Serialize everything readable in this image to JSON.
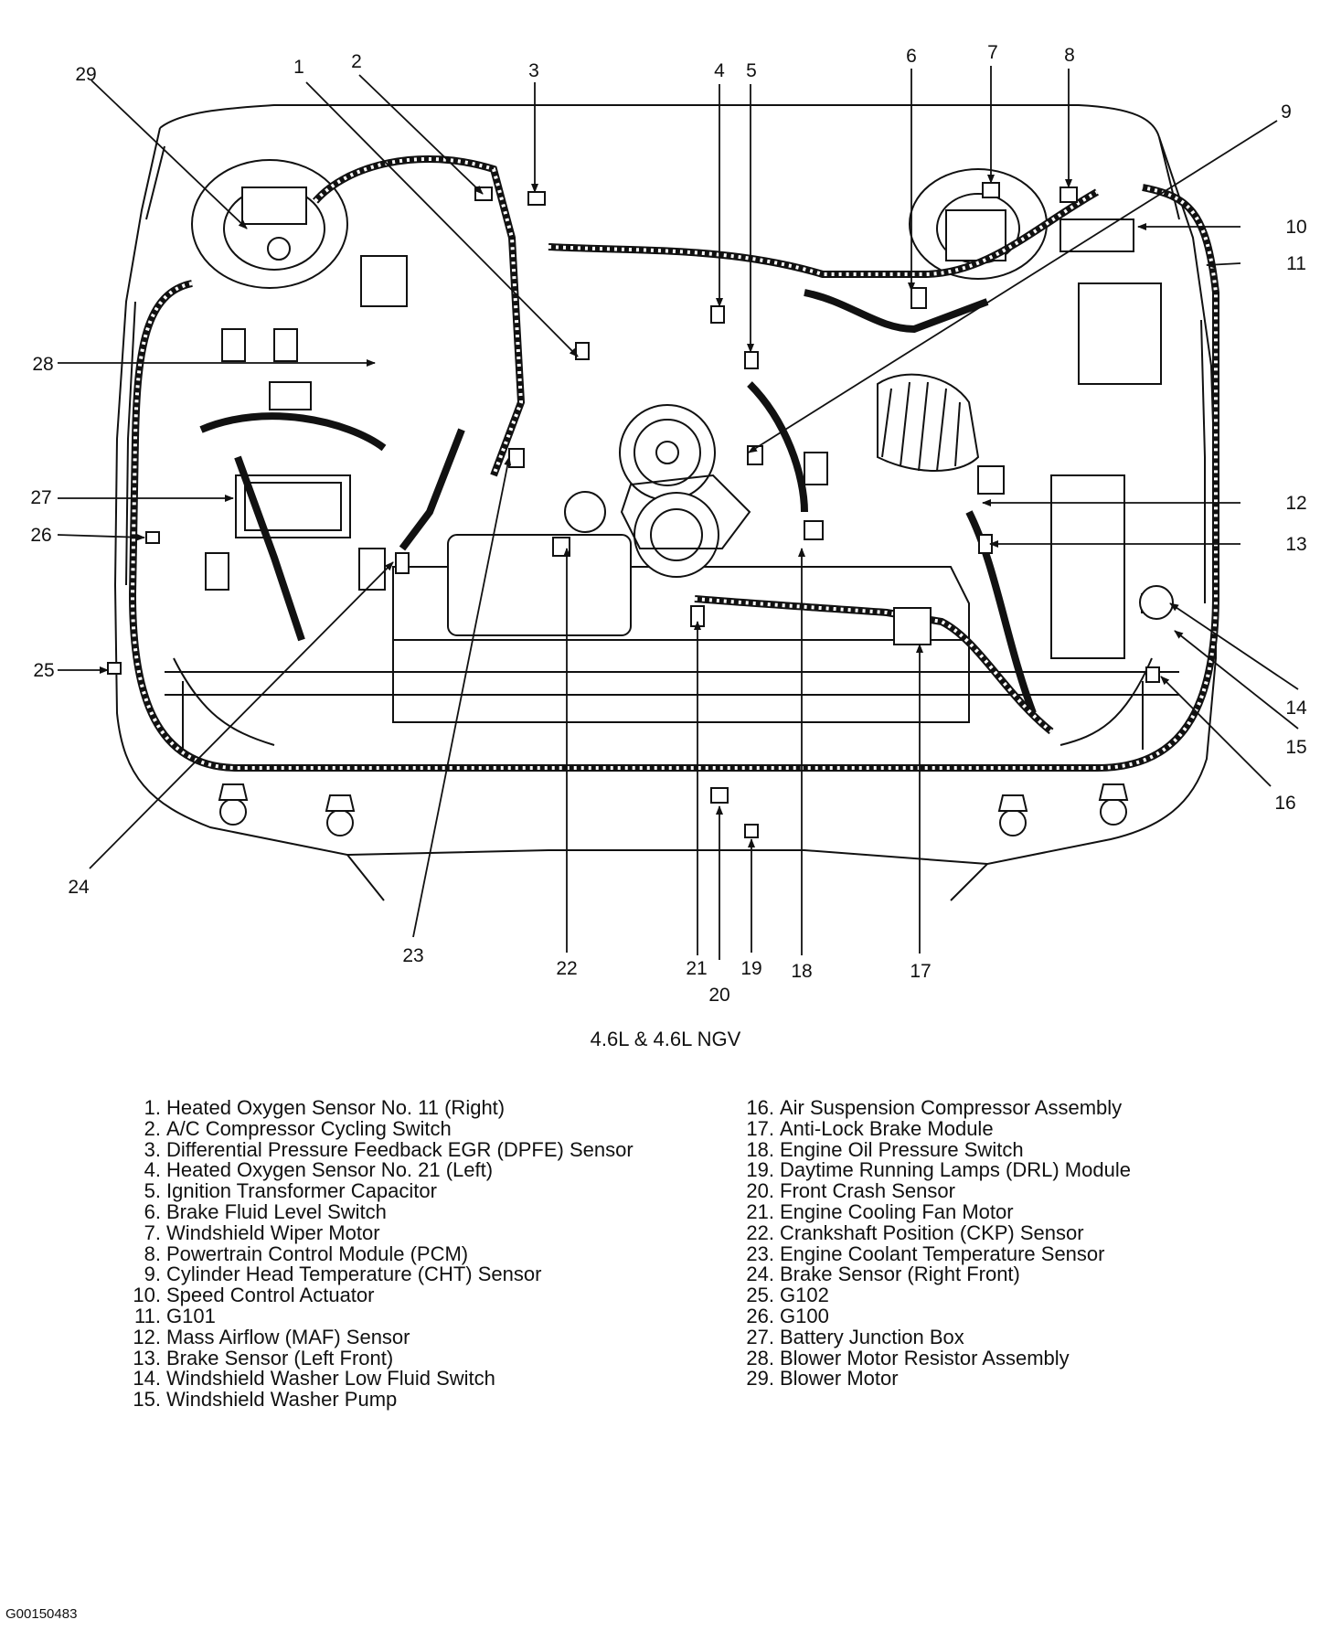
{
  "callouts": [
    {
      "number": "1"
    },
    {
      "number": "2"
    },
    {
      "number": "3"
    },
    {
      "number": "4"
    },
    {
      "number": "5"
    },
    {
      "number": "6"
    },
    {
      "number": "7"
    },
    {
      "number": "8"
    },
    {
      "number": "9"
    },
    {
      "number": "10"
    },
    {
      "number": "11"
    },
    {
      "number": "12"
    },
    {
      "number": "13"
    },
    {
      "number": "14"
    },
    {
      "number": "15"
    },
    {
      "number": "16"
    },
    {
      "number": "17"
    },
    {
      "number": "18"
    },
    {
      "number": "19"
    },
    {
      "number": "20"
    },
    {
      "number": "21"
    },
    {
      "number": "22"
    },
    {
      "number": "23"
    },
    {
      "number": "24"
    },
    {
      "number": "25"
    },
    {
      "number": "26"
    },
    {
      "number": "27"
    },
    {
      "number": "28"
    },
    {
      "number": "29"
    }
  ],
  "caption": "4.6L & 4.6L NGV",
  "legend": {
    "left": [
      {
        "number": "1.",
        "label": "Heated Oxygen Sensor No. 11 (Right)"
      },
      {
        "number": "2.",
        "label": "A/C Compressor Cycling Switch"
      },
      {
        "number": "3.",
        "label": "Differential Pressure Feedback EGR (DPFE) Sensor"
      },
      {
        "number": "4.",
        "label": "Heated Oxygen Sensor No. 21 (Left)"
      },
      {
        "number": "5.",
        "label": "Ignition Transformer Capacitor"
      },
      {
        "number": "6.",
        "label": "Brake Fluid Level Switch"
      },
      {
        "number": "7.",
        "label": "Windshield Wiper Motor"
      },
      {
        "number": "8.",
        "label": "Powertrain Control Module (PCM)"
      },
      {
        "number": "9.",
        "label": "Cylinder Head Temperature (CHT) Sensor"
      },
      {
        "number": "10.",
        "label": "Speed Control Actuator"
      },
      {
        "number": "11.",
        "label": "G101"
      },
      {
        "number": "12.",
        "label": "Mass Airflow (MAF) Sensor"
      },
      {
        "number": "13.",
        "label": "Brake Sensor (Left Front)"
      },
      {
        "number": "14.",
        "label": "Windshield Washer Low Fluid Switch"
      },
      {
        "number": "15.",
        "label": "Windshield Washer Pump"
      }
    ],
    "right": [
      {
        "number": "16.",
        "label": "Air Suspension Compressor Assembly"
      },
      {
        "number": "17.",
        "label": "Anti-Lock Brake Module"
      },
      {
        "number": "18.",
        "label": "Engine Oil Pressure Switch"
      },
      {
        "number": "19.",
        "label": "Daytime Running Lamps (DRL) Module"
      },
      {
        "number": "20.",
        "label": "Front Crash Sensor"
      },
      {
        "number": "21.",
        "label": "Engine Cooling Fan Motor"
      },
      {
        "number": "22.",
        "label": "Crankshaft Position (CKP) Sensor"
      },
      {
        "number": "23.",
        "label": "Engine Coolant Temperature Sensor"
      },
      {
        "number": "24.",
        "label": "Brake Sensor (Right Front)"
      },
      {
        "number": "25.",
        "label": "G102"
      },
      {
        "number": "26.",
        "label": "G100"
      },
      {
        "number": "27.",
        "label": "Battery Junction Box"
      },
      {
        "number": "28.",
        "label": "Blower Motor Resistor Assembly"
      },
      {
        "number": "29.",
        "label": "Blower Motor"
      }
    ]
  },
  "figure_id": "G00150483",
  "colors": {
    "ink": "#111111",
    "background": "#ffffff"
  }
}
